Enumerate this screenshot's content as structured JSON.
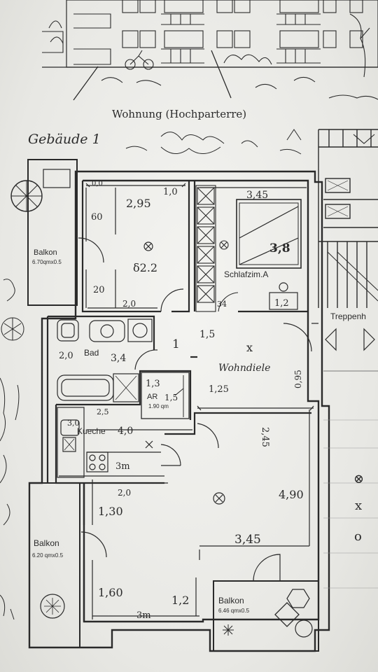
{
  "header": {
    "apartment_label": "Wohnung (Hochparterre)",
    "building_label": "Gebäude 1"
  },
  "rooms": {
    "balkon_top": {
      "name": "Balkon",
      "size": "6.70qmx0.5"
    },
    "room_nw": {
      "dim_width": "2,95",
      "dim_a": "1,0",
      "dim_b": "0,0",
      "dim_c": "60",
      "dim_area": "δ2.2",
      "dim_d": "20",
      "dim_e": "2,0"
    },
    "schlafzimmer": {
      "name": "Schlafzim.A",
      "dim_width": "3,45",
      "dim_area": "3,8",
      "dim_d": "34",
      "dim_e": "1,2"
    },
    "treppenhaus": {
      "name": "Treppenh"
    },
    "bad": {
      "name": "Bad",
      "dim_a": "2,0",
      "dim_b": "3,4"
    },
    "ar": {
      "name": "AR",
      "size": "1.90 qm",
      "dim_a": "1,3",
      "dim_b": "1,5"
    },
    "wohndiele": {
      "name": "Wohndiele",
      "dim_width": "1,5",
      "dim_b": "1,25",
      "dim_c": "0,95",
      "number": "1"
    },
    "kueche": {
      "name": "Kueche",
      "dim_a": "4,0",
      "dim_b": "3,0",
      "dim_c": "2,5",
      "dim_d": "3m"
    },
    "living": {
      "dim_a": "2,45",
      "dim_b": "4,90",
      "dim_c": "3,45",
      "dim_d": "2,0",
      "dim_e": "1,30"
    },
    "balkon_left": {
      "name": "Balkon",
      "size": "6.20 qmx0.5"
    },
    "room_sw": {
      "dim_a": "1,60",
      "dim_b": "1,2",
      "dim_c": "3m"
    },
    "balkon_bottom": {
      "name": "Balkon",
      "size": "6.46 qmx0.5"
    }
  },
  "legend": {
    "symbols": [
      "⊗",
      "x",
      "o"
    ]
  }
}
